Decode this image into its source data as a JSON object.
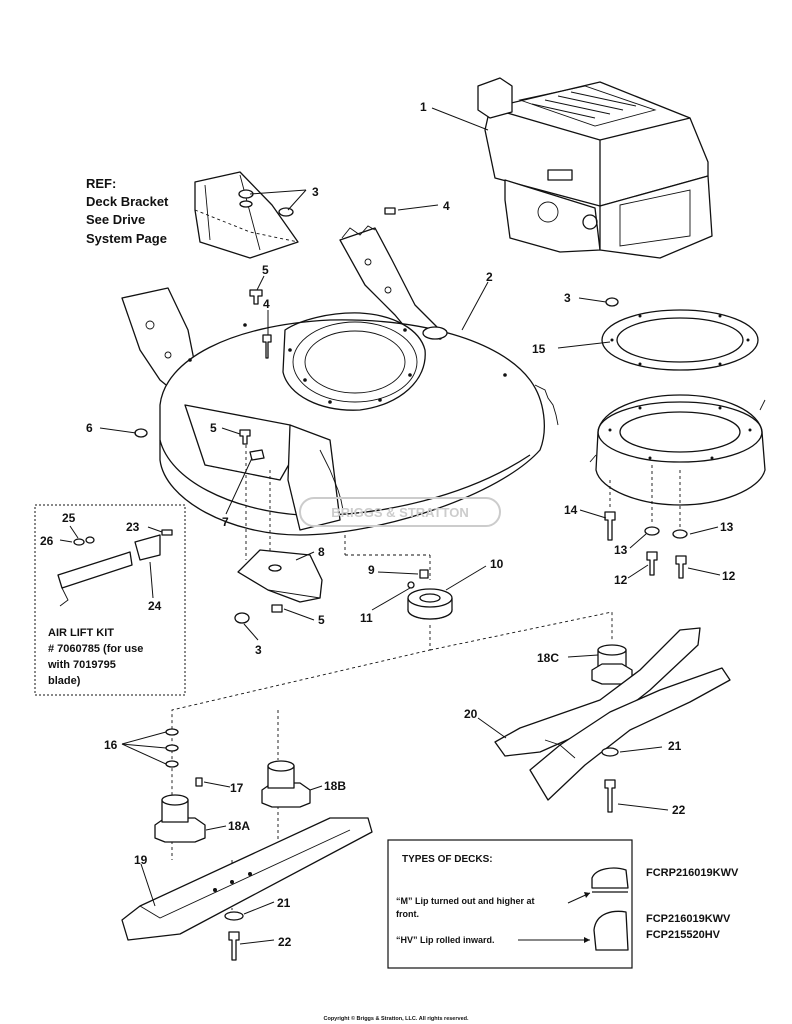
{
  "ref_note": {
    "line1": "REF:",
    "line2": "Deck Bracket",
    "line3": "See Drive",
    "line4": "System Page"
  },
  "air_lift_kit": {
    "line1": "AIR LIFT KIT",
    "line2": "# 7060785 (for use",
    "line3": "with 7019795",
    "line4": "blade)"
  },
  "types_of_decks": {
    "heading": "TYPES OF DECKS:",
    "m_line1": "“M” Lip turned out and higher at",
    "m_line2": "front.",
    "hv_line": "“HV” Lip rolled inward.",
    "m_models": [
      "FCRP216019KWV"
    ],
    "hv_models": [
      "FCP216019KWV",
      "FCP215520HV"
    ]
  },
  "part_labels": {
    "p1": "1",
    "p2": "2",
    "p3a": "3",
    "p3b": "3",
    "p3c": "3",
    "p4a": "4",
    "p4b": "4",
    "p5a": "5",
    "p5b": "5",
    "p5c": "5",
    "p6": "6",
    "p7": "7",
    "p8": "8",
    "p9": "9",
    "p10": "10",
    "p11": "11",
    "p12a": "12",
    "p12b": "12",
    "p13a": "13",
    "p13b": "13",
    "p14": "14",
    "p15": "15",
    "p16": "16",
    "p17": "17",
    "p18a": "18A",
    "p18b": "18B",
    "p18c": "18C",
    "p19": "19",
    "p20": "20",
    "p21a": "21",
    "p21b": "21",
    "p22a": "22",
    "p22b": "22",
    "p23": "23",
    "p24": "24",
    "p25": "25",
    "p26": "26"
  },
  "watermark": "BRIGGS & STRATTON",
  "copyright": "Copyright © Briggs & Stratton, LLC. All rights reserved."
}
